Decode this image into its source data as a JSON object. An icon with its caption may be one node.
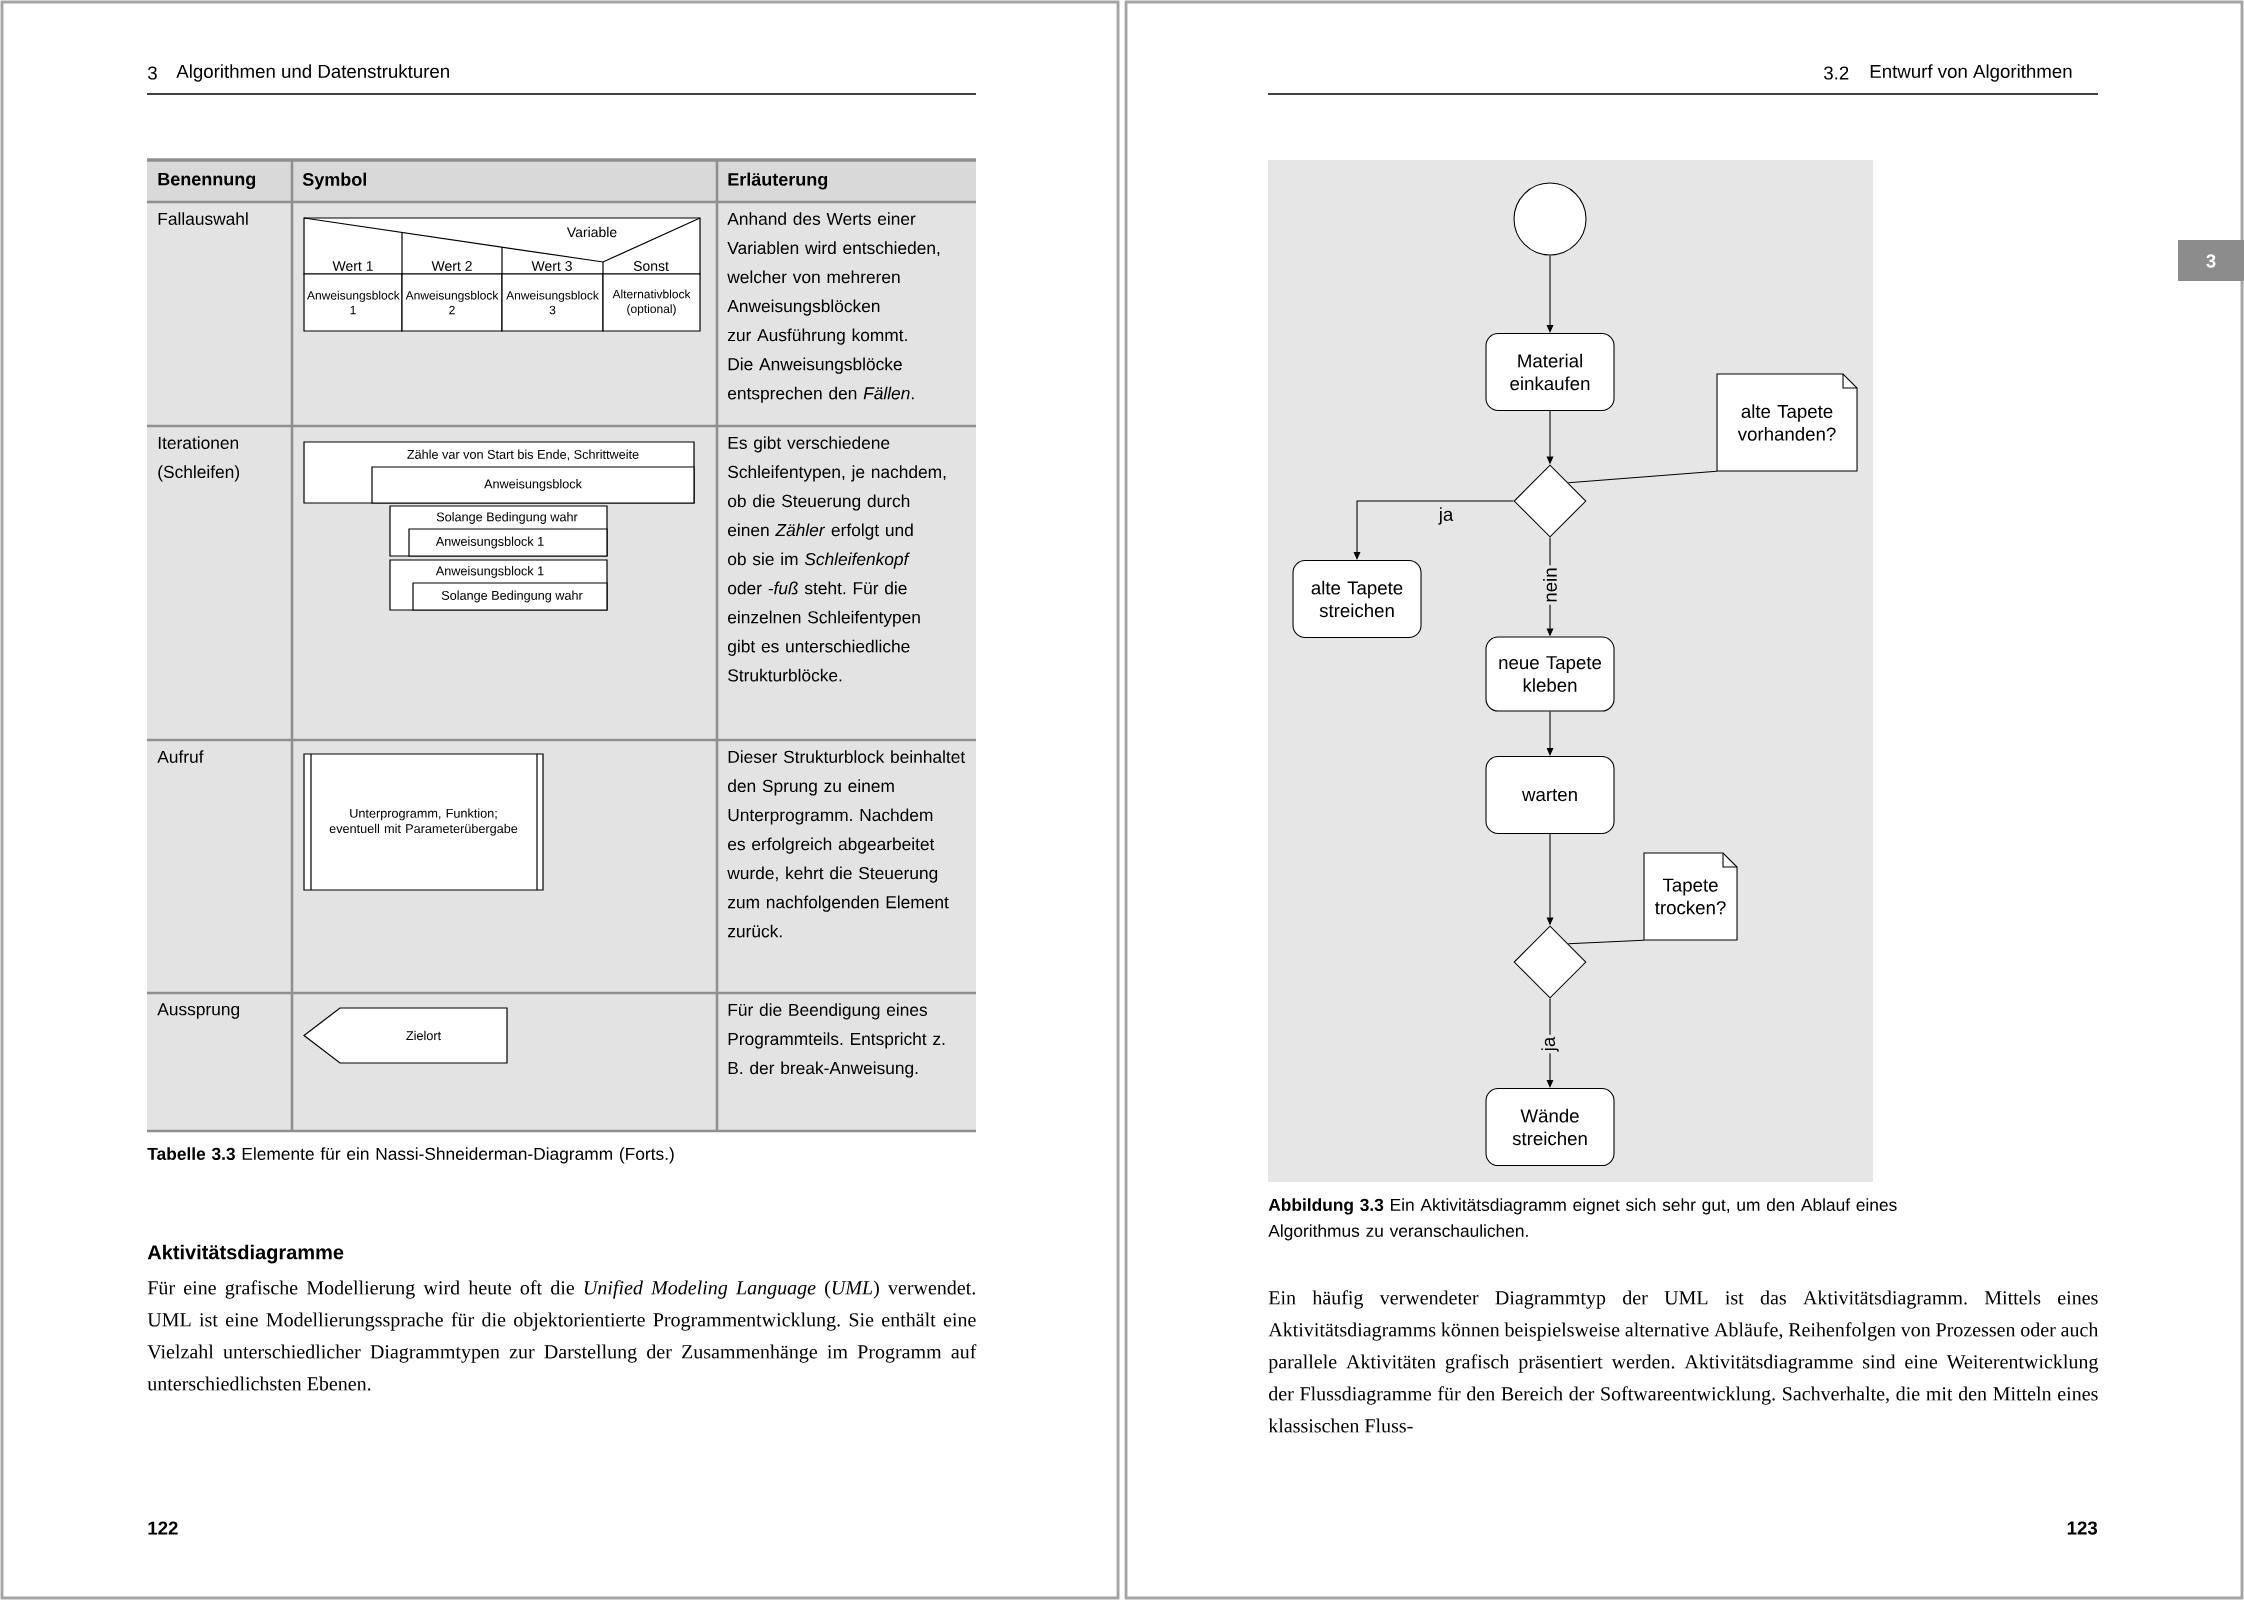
{
  "diagram": {
    "caption": "**Abbildung 3.3** Ein Aktivitätsdiagramm eignet sich sehr gut, um den Ablauf eines Algorithmus zu veranschaulichen.",
    "nodes": [
      {
        "text": [
          "Variable",
          "Wert 1",
          "Wert 2",
          "Wert 3",
          "Sonst"
        ]
      },
      {
        "text": [
          "Anweisungsblock 1"
        ]
      },
      {
        "text": [
          "Anweisungsblock 2"
        ]
      },
      {
        "text": [
          "Anweisungsblock 3"
        ]
      },
      {
        "text": [
          "Alternativblock (optional)"
        ]
      },
      {
        "text": [
          "Zähle var von Start bis Ende, Schrittweite"
        ]
      },
      {
        "text": [
          "Anweisungsblock"
        ],
        "in": 5
      },
      {
        "text": [
          "Solange Bedingung wahr"
        ]
      },
      {
        "text": [
          "Anweisungsblock 1"
        ],
        "in": 7
      },
      {
        "text": [
          "Anweisungsblock 1"
        ]
      },
      {
        "text": [
          "Solange Bedingung wahr"
        ],
        "in": 9
      },
      {
        "text": [
          "Unterprogramm, Funktion; eventuell mit Parameterübergabe"
        ]
      },
      {
        "text": [
          "Zielort"
        ]
      },
      {
        "text": [],
        "shape": "circle"
      },
      {
        "text": [
          "Material einkaufen"
        ]
      },
      {
        "text": [
          "alte Tapete vorhanden?"
        ]
      },
      {
        "text": [],
        "shape": "diamond"
      },
      {
        "text": [
          "alte Tapete streichen"
        ]
      },
      {
        "text": [
          "neue Tapete kleben"
        ]
      },
      {
        "text": [
          "warten"
        ]
      },
      {
        "text": [
          "Tapete trocken?"
        ]
      },
      {
        "text": [],
        "shape": "diamond"
      },
      {
        "text": [
          "Wände streichen"
        ]
      }
    ],
    "edges": [
      {
        "from": 13,
        "to": 14,
        "arrow": "to"
      },
      {
        "from": 14,
        "to": 16,
        "arrow": "to"
      },
      {
        "from": 16,
        "to": 17,
        "arrow": "to",
        "label": "ja"
      },
      {
        "from": 16,
        "to": 18,
        "arrow": "to",
        "label": "nein"
      },
      {
        "from": 18,
        "to": 19,
        "arrow": "to"
      },
      {
        "from": 19,
        "to": 21,
        "arrow": "to"
      },
      {
        "from": 21,
        "to": 22,
        "arrow": "to",
        "label": "ja"
      },
      {
        "from": 15,
        "to": 16,
        "arrow": "none"
      },
      {
        "from": 20,
        "to": 21,
        "arrow": "none"
      }
    ],
    "labels": [
      "3",
      "Algorithmen und Datenstrukturen",
      "Benennung",
      "Symbol",
      "Erläuterung",
      "Fallauswahl",
      "Anhand des Werts einer Variablen wird entschieden, welcher von mehreren Anweisungsblöcken zur Ausführung kommt. Die Anweisungsblöcke entsprechen den *Fällen*.",
      "Iterationen (Schleifen)",
      "Es gibt verschiedene Schleifentypen, je nachdem, ob die Steuerung durch einen *Zähler* erfolgt und ob sie im *Schleifenkopf* oder *-fuß* steht. Für die einzelnen Schleifentypen gibt es unterschiedliche Strukturblöcke.",
      "Aufruf",
      "Dieser Strukturblock beinhaltet den Sprung zu einem Unterprogramm. Nachdem es erfolgreich abgearbeitet wurde, kehrt die Steuerung zum nachfolgenden Element zurück.",
      "Aussprung",
      "Für die Beendigung eines Programmteils. Entspricht z. B. der break-Anweisung.",
      "**Tabelle 3.3** Elemente für ein Nassi-Shneiderman-Diagramm (Forts.)",
      "Aktivitätsdiagramme",
      "Für eine grafische Modellierung wird heute oft die *Unified Modeling Language* (*UML*) verwendet. UML ist eine Modellierungssprache für die objektorientierte Programmentwicklung. Sie enthält eine Vielzahl unterschiedlicher Diagrammtypen zur Darstellung der Zusammenhänge im Programm auf unterschiedlichsten Ebenen.",
      "122",
      "3.2",
      "Entwurf von Algorithmen",
      "3",
      "Ein häufig verwendeter Diagrammtyp der UML ist das Aktivitätsdiagramm. Mittels eines Aktivitätsdiagramms können beispielsweise alternative Abläufe, Reihenfolgen von Prozessen oder auch parallele Aktivitäten grafisch präsentiert werden. Aktivitätsdiagramme sind eine Weiterentwicklung der Flussdiagramme für den Bereich der Softwareentwicklung. Sachverhalte, die mit den Mitteln eines klassischen Fluss-",
      "123"
    ]
  }
}
